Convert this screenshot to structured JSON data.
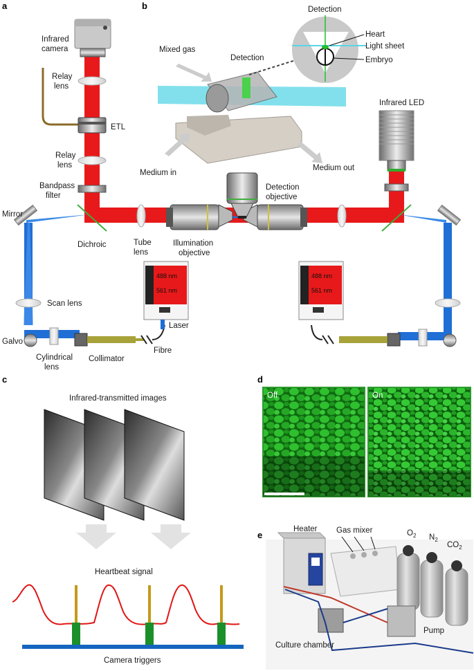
{
  "panels": {
    "a": "a",
    "b": "b",
    "c": "c",
    "d": "d",
    "e": "e"
  },
  "panel_a": {
    "infrared_camera": [
      "Infrared",
      "camera"
    ],
    "relay_lens_top": [
      "Relay",
      "lens"
    ],
    "etl": "ETL",
    "relay_lens_mid": [
      "Relay",
      "lens"
    ],
    "bandpass_filter": [
      "Bandpass",
      "filter"
    ],
    "mirror": "Mirror",
    "dichroic": "Dichroic",
    "tube_lens": [
      "Tube",
      "lens"
    ],
    "illumination_objective": [
      "Illumination",
      "objective"
    ],
    "scan_lens": "Scan lens",
    "galvo": "Galvo",
    "cylindrical_lens": [
      "Cylindrical",
      "lens"
    ],
    "collimator": "Collimator",
    "fibre": "Fibre",
    "laser": "Laser",
    "laser_line_1": "488 nm",
    "laser_line_2": "561 nm",
    "infrared_led": "Infrared LED",
    "detection_objective": [
      "Detection",
      "objective"
    ]
  },
  "panel_b": {
    "detection_top": "Detection",
    "heart": "Heart",
    "light_sheet": "Light sheet",
    "embryo": "Embryo",
    "mixed_gas": "Mixed gas",
    "detection": "Detection",
    "medium_in": "Medium in",
    "medium_out": "Medium out"
  },
  "panel_c": {
    "images_title": "Infrared-transmitted images",
    "heartbeat_signal": "Heartbeat signal",
    "camera_triggers": "Camera triggers"
  },
  "panel_d": {
    "off": "Off",
    "on": "On"
  },
  "panel_e": {
    "heater": "Heater",
    "gas_mixer": "Gas mixer",
    "o2": "O",
    "o2_sub": "2",
    "n2": "N",
    "n2_sub": "2",
    "co2": "CO",
    "co2_sub": "2",
    "pump": "Pump",
    "culture_chamber": "Culture chamber"
  },
  "colors": {
    "ir_beam": "#e8191a",
    "laser_beam": "#1f6fd6",
    "fluorescence": "#1fbf2a",
    "trigger_bar": "#1565c0",
    "heartbeat": "#e01515",
    "trigger_post": "#c49a1a"
  }
}
